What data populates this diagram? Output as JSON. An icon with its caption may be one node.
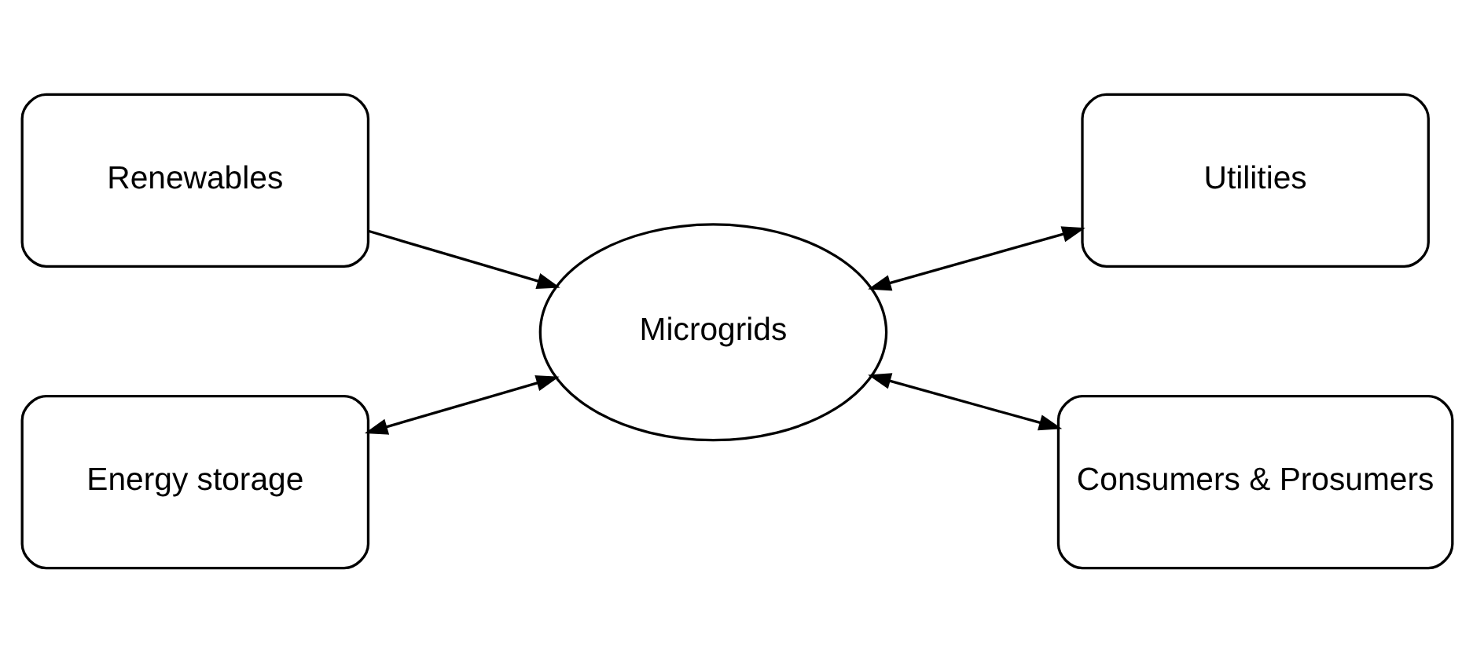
{
  "diagram": {
    "nodes": [
      {
        "text": [
          "Renewables"
        ]
      },
      {
        "text": [
          "Utilities"
        ]
      },
      {
        "text": [
          "Microgrids"
        ]
      },
      {
        "text": [
          "Energy storage"
        ]
      },
      {
        "text": [
          "Consumers & Prosumers"
        ]
      }
    ],
    "edges": [
      {
        "from": 0,
        "to": 2,
        "arrow": "to"
      },
      {
        "from": 2,
        "to": 1,
        "arrow": "both"
      },
      {
        "from": 3,
        "to": 2,
        "arrow": "both"
      },
      {
        "from": 2,
        "to": 4,
        "arrow": "both"
      }
    ]
  }
}
